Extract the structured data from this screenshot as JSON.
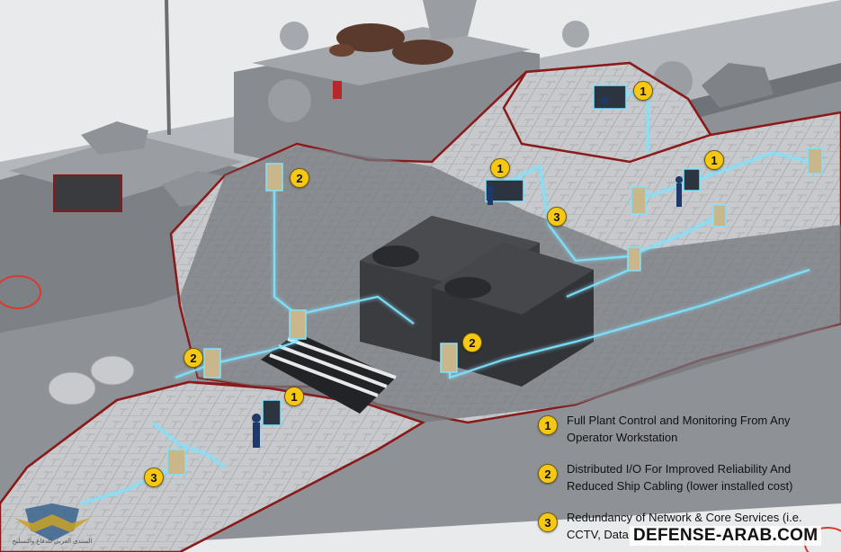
{
  "markers": {
    "m1a": "1",
    "m1b": "1",
    "m1c": "1",
    "m1d": "1",
    "m2a": "2",
    "m2b": "2",
    "m2c": "2",
    "m3a": "3",
    "m3b": "3"
  },
  "legend": [
    {
      "number": "1",
      "text": "Full Plant Control and Monitoring From Any Operator Workstation"
    },
    {
      "number": "2",
      "text": "Distributed I/O For Improved Reliability And Reduced Ship Cabling (lower installed cost)"
    },
    {
      "number": "3",
      "text": "Redundancy of Network  & Core Services (i.e. CCTV, Data"
    }
  ],
  "watermark": "DEFENSE-ARAB.COM",
  "logo_text": "المنتدى العربي للدفاع والتسليح",
  "colors": {
    "marker": "#f6c814",
    "network": "#7fe3ff",
    "cutaway_outline": "#8a1a1a",
    "hull": "#8e9297",
    "deck": "#b9bcc0",
    "machinery": "#3b3c3f"
  }
}
